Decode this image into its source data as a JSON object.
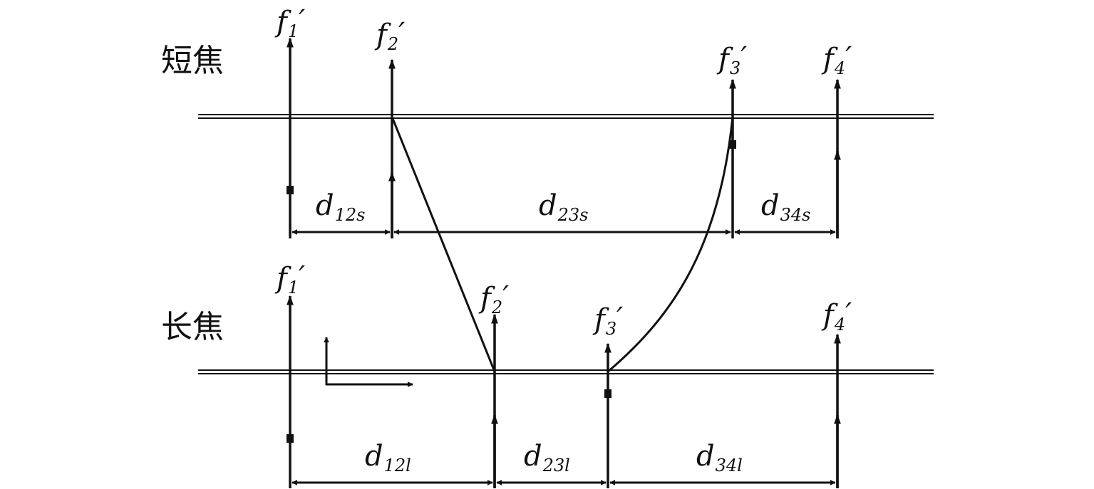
{
  "rows": {
    "short": {
      "title": "短焦"
    },
    "long": {
      "title": "长焦"
    }
  },
  "lens_labels": {
    "f1": {
      "base": "f",
      "sub": "1",
      "prime": "′"
    },
    "f2": {
      "base": "f",
      "sub": "2",
      "prime": "′"
    },
    "f3": {
      "base": "f",
      "sub": "3",
      "prime": "′"
    },
    "f4": {
      "base": "f",
      "sub": "4",
      "prime": "′"
    }
  },
  "distances": {
    "d12s": {
      "base": "d",
      "sub": "12s"
    },
    "d23s": {
      "base": "d",
      "sub": "23s"
    },
    "d34s": {
      "base": "d",
      "sub": "34s"
    },
    "d12l": {
      "base": "d",
      "sub": "12l"
    },
    "d23l": {
      "base": "d",
      "sub": "23l"
    },
    "d34l": {
      "base": "d",
      "sub": "34l"
    }
  },
  "colors": {
    "ink": "#111111"
  }
}
